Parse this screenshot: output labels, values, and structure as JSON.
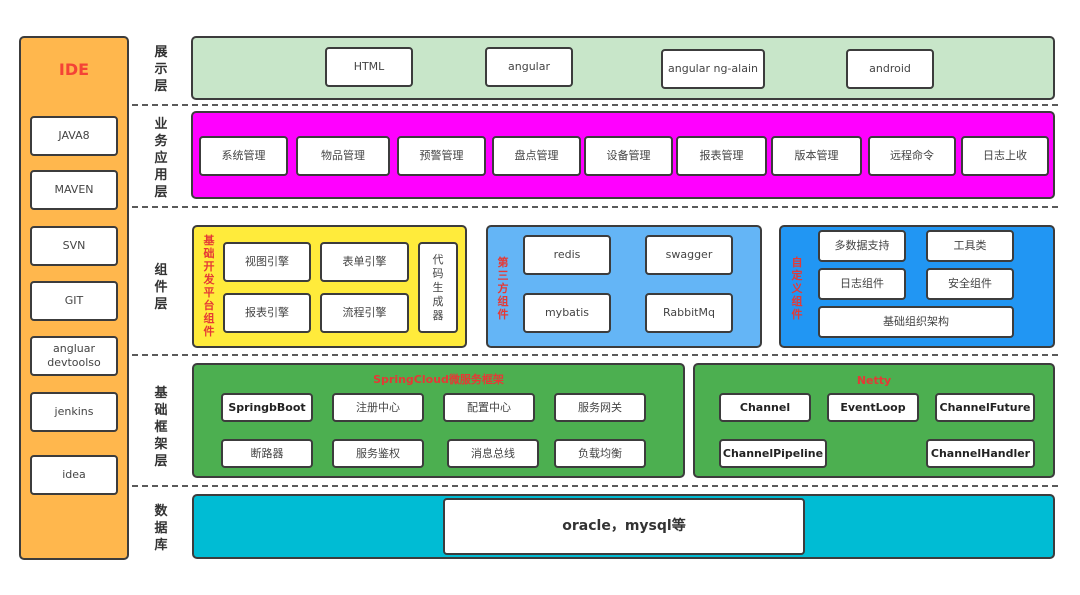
{
  "ide": {
    "title": "IDE",
    "items": [
      "JAVA8",
      "MAVEN",
      "SVN",
      "GIT",
      "angluar devtoolso",
      "jenkins",
      "idea"
    ]
  },
  "layers": {
    "presentation": {
      "label": "展示层",
      "color": "#c8e6c9",
      "items": [
        "HTML",
        "angular",
        "angular ng-alain",
        "android"
      ]
    },
    "business": {
      "label": "业务应用层",
      "color": "#ff00ff",
      "items": [
        "系统管理",
        "物品管理",
        "预警管理",
        "盘点管理",
        "设备管理",
        "报表管理",
        "版本管理",
        "远程命令",
        "日志上收"
      ]
    },
    "components": {
      "label": "组件层",
      "base_platform": {
        "title": "基础开发平台组件",
        "color": "#ffeb3b",
        "items": [
          "视图引擎",
          "表单引擎",
          "报表引擎",
          "流程引擎"
        ],
        "code_generator": "代码生成器"
      },
      "third_party": {
        "title": "第三方组件",
        "color": "#64b5f6",
        "items": [
          "redis",
          "swagger",
          "mybatis",
          "RabbitMq"
        ]
      },
      "custom": {
        "title": "自定义组件",
        "color": "#2196f3",
        "items": [
          "多数据支持",
          "工具类",
          "日志组件",
          "安全组件",
          "基础组织架构"
        ]
      }
    },
    "framework": {
      "label": "基础框架层",
      "color": "#4caf50",
      "springcloud": {
        "title": "SpringCloud微服务框架",
        "items": [
          "SpringbBoot",
          "注册中心",
          "配置中心",
          "服务网关",
          "断路器",
          "服务鉴权",
          "消息总线",
          "负载均衡"
        ]
      },
      "netty": {
        "title": "Netty",
        "items": [
          "Channel",
          "EventLoop",
          "ChannelFuture",
          "ChannelPipeline",
          "ChannelHandler"
        ]
      }
    },
    "database": {
      "label": "数据库",
      "color": "#00bcd4",
      "content": "oracle，mysql等"
    }
  }
}
